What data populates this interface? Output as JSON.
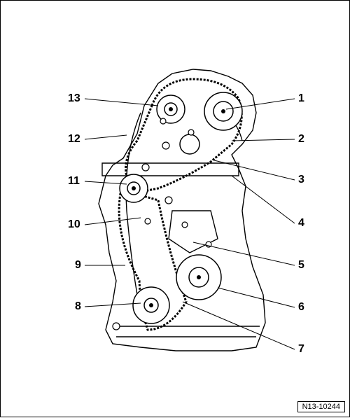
{
  "figure_id": "N13-10244",
  "callouts": [
    {
      "label": "1"
    },
    {
      "label": "2"
    },
    {
      "label": "3"
    },
    {
      "label": "4"
    },
    {
      "label": "5"
    },
    {
      "label": "6"
    },
    {
      "label": "7"
    },
    {
      "label": "8"
    },
    {
      "label": "9"
    },
    {
      "label": "10"
    },
    {
      "label": "11"
    },
    {
      "label": "12"
    },
    {
      "label": "13"
    }
  ],
  "colors": {
    "ink": "#000000",
    "paper": "#ffffff"
  }
}
